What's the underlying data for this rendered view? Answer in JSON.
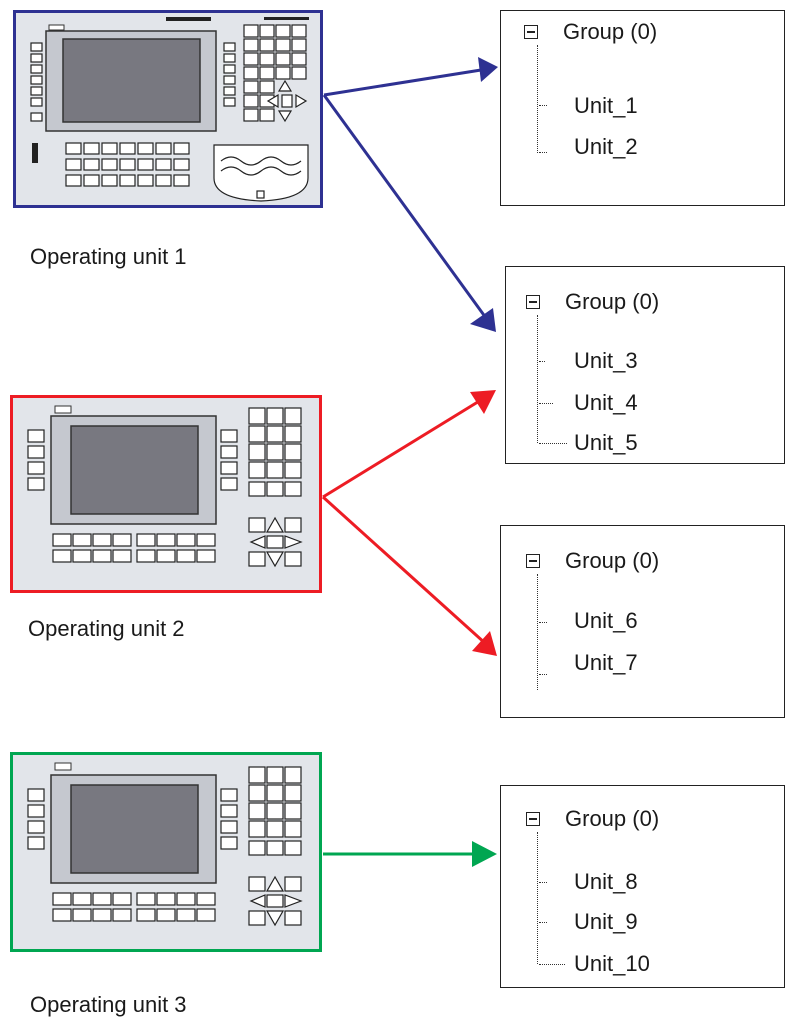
{
  "colors": {
    "unit1": "#2e3192",
    "unit2": "#ed1c24",
    "unit3": "#00a651"
  },
  "units": [
    {
      "caption": "Operating unit 1"
    },
    {
      "caption": "Operating unit 2"
    },
    {
      "caption": "Operating unit 3"
    }
  ],
  "groups": [
    {
      "title": "Group (0)",
      "items": [
        "Unit_1",
        "Unit_2"
      ]
    },
    {
      "title": "Group (0)",
      "items": [
        "Unit_3",
        "Unit_4",
        "Unit_5"
      ]
    },
    {
      "title": "Group (0)",
      "items": [
        "Unit_6",
        "Unit_7"
      ]
    },
    {
      "title": "Group (0)",
      "items": [
        "Unit_8",
        "Unit_9",
        "Unit_10"
      ]
    }
  ]
}
